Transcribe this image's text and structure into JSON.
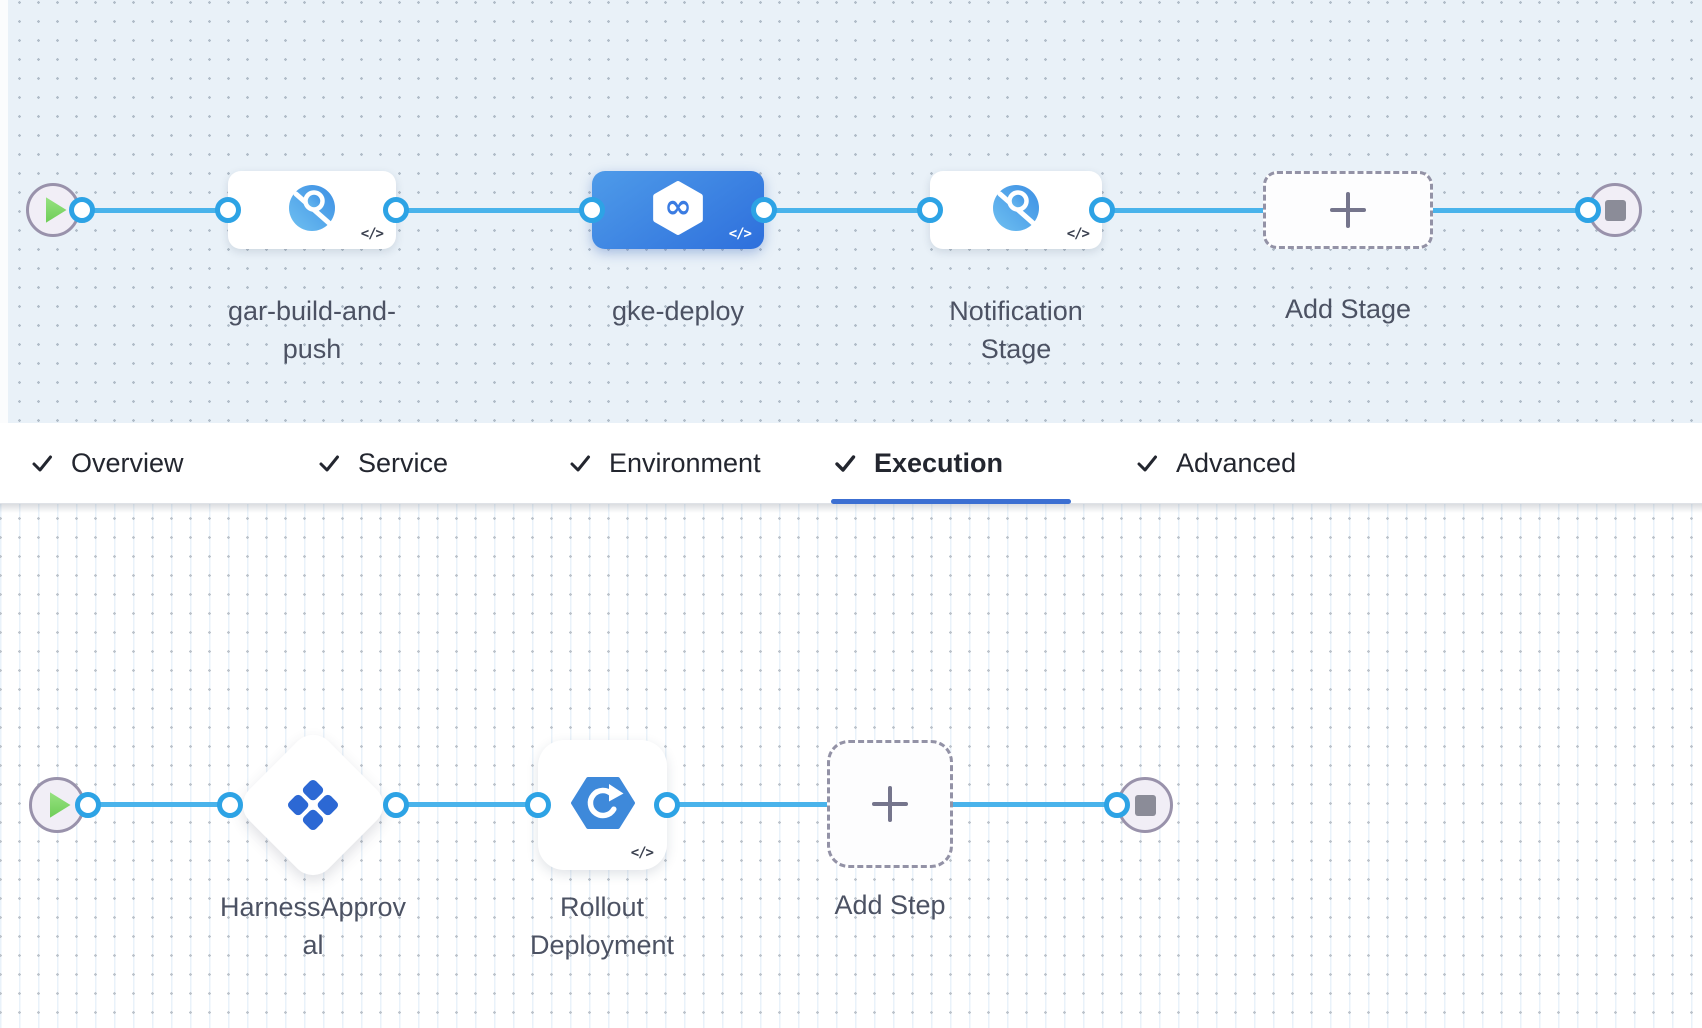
{
  "stage_canvas": {
    "stages": [
      {
        "name": "gar-build-and-push",
        "display": "gar-build-and-\npush",
        "icon": "custom-stage-icon",
        "selected": false,
        "code_badge": "</>"
      },
      {
        "name": "gke-deploy",
        "display": "gke-deploy",
        "icon": "deploy-stage-icon",
        "selected": true,
        "code_badge": "</>"
      },
      {
        "name": "Notification Stage",
        "display": "Notification\nStage",
        "icon": "custom-stage-icon",
        "selected": false,
        "code_badge": "</>"
      }
    ],
    "add_stage_label": "Add Stage"
  },
  "tab_bar": {
    "tabs": [
      {
        "label": "Overview",
        "checked": true,
        "active": false
      },
      {
        "label": "Service",
        "checked": true,
        "active": false
      },
      {
        "label": "Environment",
        "checked": true,
        "active": false
      },
      {
        "label": "Execution",
        "checked": true,
        "active": true
      },
      {
        "label": "Advanced",
        "checked": true,
        "active": false
      }
    ]
  },
  "execution_canvas": {
    "steps": [
      {
        "name": "HarnessApproval",
        "display": "HarnessApprov\nal",
        "icon": "approval-icon",
        "shape": "diamond"
      },
      {
        "name": "Rollout Deployment",
        "display": "Rollout\nDeployment",
        "icon": "rollout-deployment-icon",
        "shape": "card",
        "code_badge": "</>"
      }
    ],
    "add_step_label": "Add Step"
  },
  "colors": {
    "canvas_top_bg": "#e9f1f8",
    "connector_blue": "#49b3eb",
    "connection_dot_blue": "#2da3e5",
    "terminal_node_border": "#9992ab",
    "play_green": "#7fd767",
    "selected_card_gradient": [
      "#4e9be9",
      "#2e6fdc"
    ],
    "active_tab_underline": "#3c6fd2",
    "custom_stage_icon_blue": "#3c8fe4",
    "approval_icon_blue": "#2c68d4",
    "rollout_icon_blue": "#3e89da",
    "label_text": "#4c5263",
    "tab_text": "#23262f"
  }
}
